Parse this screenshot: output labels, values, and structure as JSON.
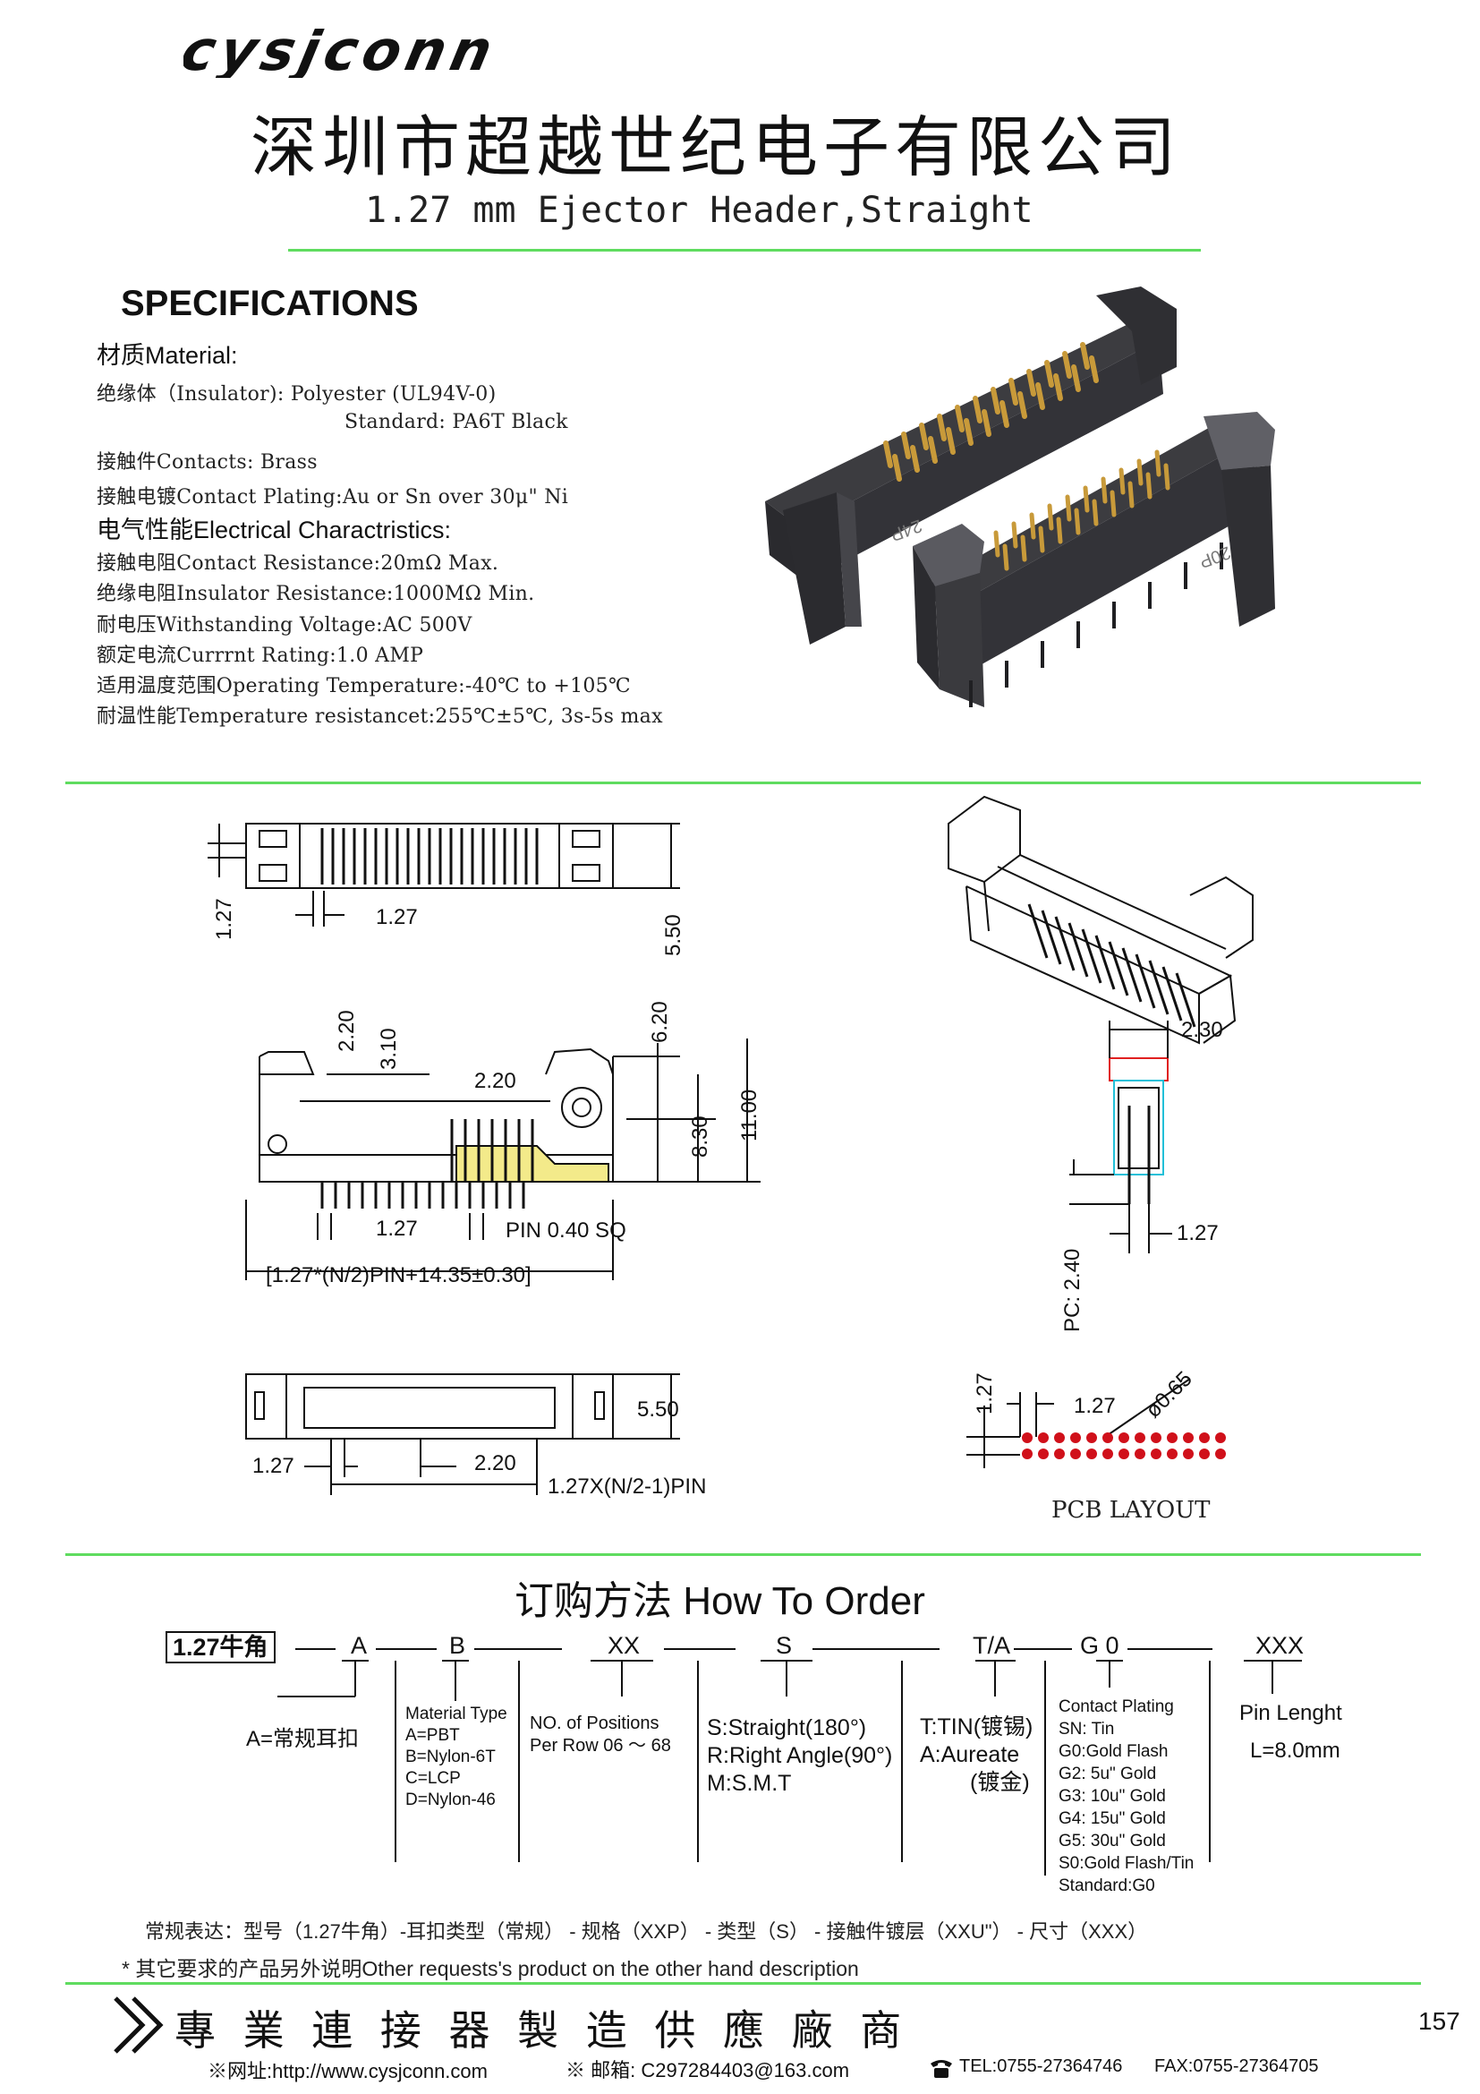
{
  "header": {
    "logo_text": "cysjconn",
    "company_name": "深圳市超越世纪电子有限公司",
    "product_title": "1.27 mm Ejector Header,Straight"
  },
  "specs": {
    "heading": "SPECIFICATIONS",
    "material_heading": "材质Material:",
    "insulator": "绝缘体（Insulator):  Polyester (UL94V-0)",
    "insulator_standard": "Standard: PA6T Black",
    "contacts": "接触件Contacts: Brass",
    "plating": "接触电镀Contact Plating:Au or Sn over 30μ\" Ni",
    "electrical_heading": "电气性能Electrical Charactristics:",
    "contact_resistance": "接触电阻Contact Resistance:20mΩ Max.",
    "insulator_resistance": "绝缘电阻Insulator Resistance:1000MΩ Min.",
    "withstanding_voltage": "耐电压Withstanding Voltage:AC 500V",
    "current_rating": "额定电流Currrnt Rating:1.0 AMP",
    "operating_temp": "适用温度范围Operating Temperature:-40℃ to +105℃",
    "temp_resistance": "耐温性能Temperature resistancet:255℃±5℃, 3s-5s max"
  },
  "product_photo": {
    "label_24p": "24P",
    "label_20p": "20P"
  },
  "drawing": {
    "top_pitch": "1.27",
    "top_width": "5.50",
    "top_left_dim": "1.27",
    "side_2_20": "2.20",
    "side_3_10": "3.10",
    "side_2_20b": "2.20",
    "side_6_20": "6.20",
    "side_8_30": "8.30",
    "side_11_00": "11.00",
    "side_pitch": "1.27",
    "pin_size": "PIN 0.40 SQ",
    "length_formula": "[1.27*(N/2)PIN+14.35±0.30]",
    "end_2_30": "2.30",
    "end_1_27": "1.27",
    "pc_label": "PC: 2.40",
    "bottom_5_50": "5.50",
    "bottom_1_27": "1.27",
    "bottom_2_20": "2.20",
    "bottom_formula": "1.27X(N/2-1)PIN",
    "pcb_1_27a": "1.27",
    "pcb_1_27b": "1.27",
    "pcb_hole": "ø0.65",
    "pcb_caption": "PCB LAYOUT"
  },
  "order": {
    "heading": "订购方法  How To Order",
    "code_box": "1.27牛角",
    "code_a": "A",
    "code_b": "B",
    "code_xx": "XX",
    "code_s": "S",
    "code_ta": "T/A",
    "code_g0": "G 0",
    "code_xxx": "XXX",
    "a_desc": "A=常规耳扣",
    "material_type": [
      "Material Type",
      "A=PBT",
      "B=Nylon-6T",
      "C=LCP",
      "D=Nylon-46"
    ],
    "positions": [
      "NO. of Positions",
      "Per Row  06 ～ 68"
    ],
    "style": [
      "S:Straight(180°)",
      "R:Right Angle(90°)",
      "M:S.M.T"
    ],
    "tin": [
      "T:TIN(镀锡)",
      "A:Aureate",
      "(镀金)"
    ],
    "plating": [
      "Contact Plating",
      "SN: Tin",
      "G0:Gold Flash",
      "G2:  5u\" Gold",
      "G3: 10u\" Gold",
      "G4: 15u\" Gold",
      "G5: 30u\" Gold",
      "S0:Gold Flash/Tin",
      "Standard:G0"
    ],
    "pin_length": [
      "Pin Lenght",
      "L=8.0mm"
    ],
    "normal_expr": "常规表达：型号（1.27牛角）-耳扣类型（常规） - 规格（XXP） - 类型（S） - 接触件镀层（XXU\"） - 尺寸（XXX）",
    "other_request": "* 其它要求的产品另外说明Other requests's product on the other hand description"
  },
  "footer": {
    "slogan": "專 業 連 接 器 製 造 供 應 廠 商",
    "page_number": "157",
    "website": "※网址:http://www.cysjconn.com",
    "email": "※ 邮箱:  C297284403@163.com",
    "tel": "TEL:0755-27364746",
    "fax": "FAX:0755-27364705"
  },
  "colors": {
    "rule": "#5fdc5f",
    "highlight": "#f3ea8a",
    "pcb_red": "#d0101a",
    "plug_red": "#e02020",
    "pin_cyan": "#22c0d8"
  }
}
